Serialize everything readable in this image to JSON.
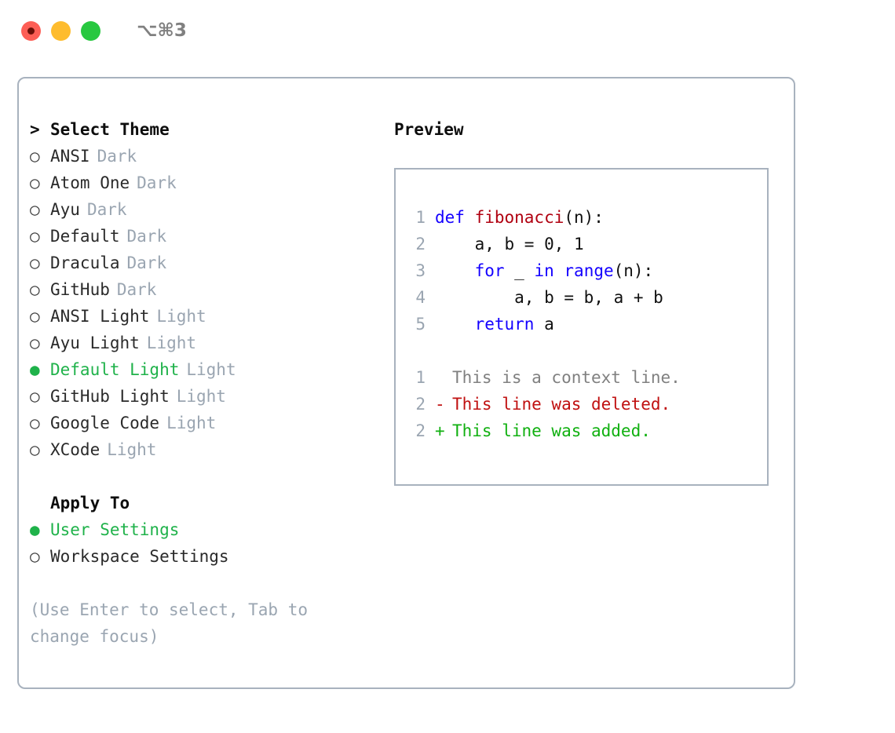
{
  "titlebar": {
    "traffic_lights": [
      "close-red",
      "minimize-amber",
      "maximize-green"
    ],
    "shortcut": "⌥⌘3"
  },
  "theme_panel": {
    "heading": "> Select Theme",
    "heading_prefix": "> ",
    "heading_text": "Select Theme",
    "selected_marker": "●",
    "unselected_marker": "○",
    "items": [
      {
        "marker": "○",
        "label": "ANSI",
        "suffix": "Dark",
        "selected": false
      },
      {
        "marker": "○",
        "label": "Atom One",
        "suffix": "Dark",
        "selected": false
      },
      {
        "marker": "○",
        "label": "Ayu",
        "suffix": "Dark",
        "selected": false
      },
      {
        "marker": "○",
        "label": "Default",
        "suffix": "Dark",
        "selected": false
      },
      {
        "marker": "○",
        "label": "Dracula",
        "suffix": "Dark",
        "selected": false
      },
      {
        "marker": "○",
        "label": "GitHub",
        "suffix": "Dark",
        "selected": false
      },
      {
        "marker": "○",
        "label": "ANSI Light",
        "suffix": "Light",
        "selected": false
      },
      {
        "marker": "○",
        "label": "Ayu Light",
        "suffix": "Light",
        "selected": false
      },
      {
        "marker": "●",
        "label": "Default Light",
        "suffix": "Light",
        "selected": true
      },
      {
        "marker": "○",
        "label": "GitHub Light",
        "suffix": "Light",
        "selected": false
      },
      {
        "marker": "○",
        "label": "Google Code",
        "suffix": "Light",
        "selected": false
      },
      {
        "marker": "○",
        "label": "XCode",
        "suffix": "Light",
        "selected": false
      }
    ]
  },
  "apply_to": {
    "heading": "Apply To",
    "items": [
      {
        "marker": "●",
        "label": "User Settings",
        "selected": true
      },
      {
        "marker": "○",
        "label": "Workspace Settings",
        "selected": false
      }
    ]
  },
  "hint": "(Use Enter to select, Tab to change focus)",
  "preview": {
    "title": "Preview",
    "code_lines": [
      {
        "lineno": "1",
        "tokens": [
          {
            "text": "def ",
            "style": "kw"
          },
          {
            "text": "fibonacci",
            "style": "fn"
          },
          {
            "text": "(n):",
            "style": "plain-code"
          }
        ]
      },
      {
        "lineno": "2",
        "tokens": [
          {
            "text": "    a, b = 0, 1",
            "style": "plain-code"
          }
        ]
      },
      {
        "lineno": "3",
        "tokens": [
          {
            "text": "    ",
            "style": "plain-code"
          },
          {
            "text": "for",
            "style": "kw"
          },
          {
            "text": " _ ",
            "style": "plain-code"
          },
          {
            "text": "in",
            "style": "kw"
          },
          {
            "text": " ",
            "style": "plain-code"
          },
          {
            "text": "range",
            "style": "kw"
          },
          {
            "text": "(n):",
            "style": "plain-code"
          }
        ]
      },
      {
        "lineno": "4",
        "tokens": [
          {
            "text": "        a, b = b, a + b",
            "style": "plain-code"
          }
        ]
      },
      {
        "lineno": "5",
        "tokens": [
          {
            "text": "    ",
            "style": "plain-code"
          },
          {
            "text": "return",
            "style": "kw"
          },
          {
            "text": " a",
            "style": "plain-code"
          }
        ]
      }
    ],
    "diff_lines": [
      {
        "lineno": "1",
        "sign": " ",
        "text": "This is a context line.",
        "style": "ctx"
      },
      {
        "lineno": "2",
        "sign": "-",
        "text": "This line was deleted.",
        "style": "del"
      },
      {
        "lineno": "2",
        "sign": "+",
        "text": "This line was added.",
        "style": "add"
      }
    ]
  },
  "colors": {
    "accent_green": "#1fb24a",
    "muted_gray": "#9aa5b1",
    "border": "#a8b2be",
    "keyword_blue": "#1400ff",
    "function_red": "#b00010",
    "diff_add": "#10b010",
    "diff_del": "#c01010",
    "light_red": "#fd5e55",
    "light_amber": "#febc2e",
    "light_green": "#28c840"
  }
}
